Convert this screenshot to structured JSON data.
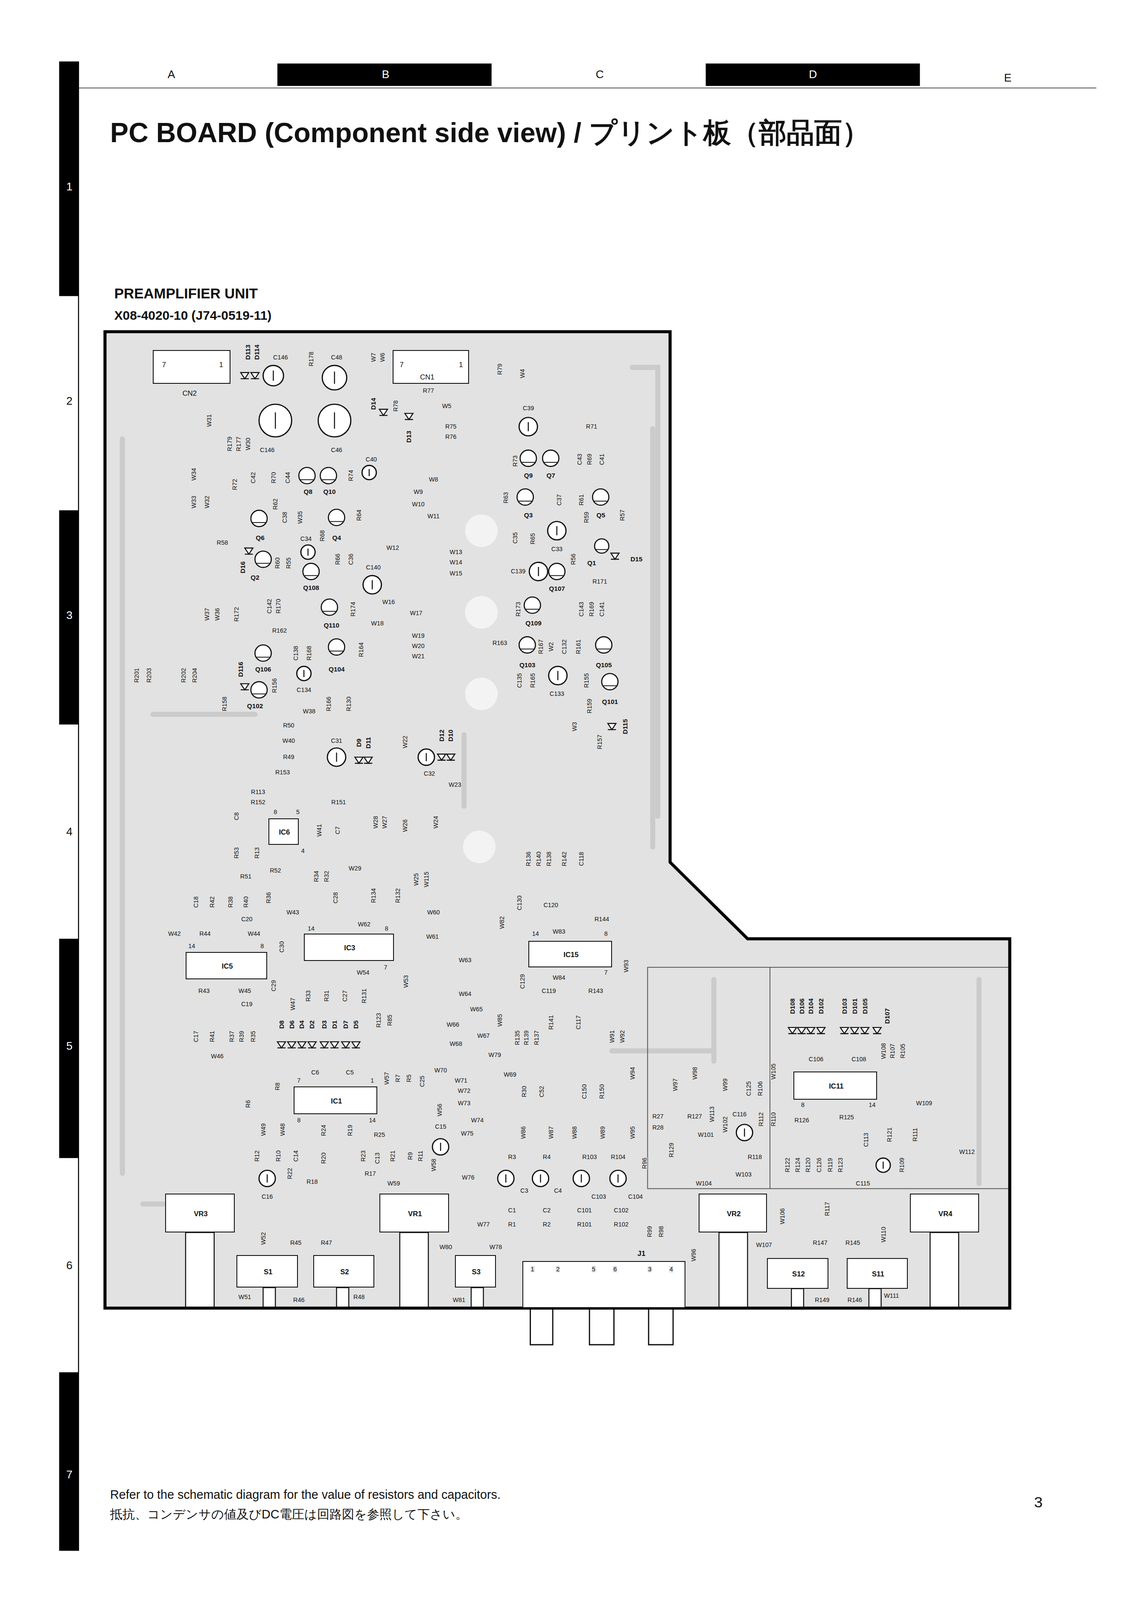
{
  "diagram": {
    "title": "PC BOARD (Component side view) / プリント板（部品面）",
    "caption": "Refer to the schematic diagram for the value of resistors and capacitors.",
    "nodes": [
      {
        "text": [
          "PREAMPLIFIER UNIT",
          "X08-4020-10 (J74-0519-11)"
        ]
      },
      {
        "text": [
          "7",
          "1",
          "CN2"
        ],
        "in": 0
      },
      {
        "text": [
          "7",
          "CN1",
          "1"
        ],
        "in": 0
      },
      {
        "text": [
          "IC6"
        ],
        "in": 0
      },
      {
        "text": [
          "IC5"
        ],
        "in": 0
      },
      {
        "text": [
          "IC3"
        ],
        "in": 0
      },
      {
        "text": [
          "IC15"
        ],
        "in": 0
      },
      {
        "text": [
          "IC1"
        ],
        "in": 0
      },
      {
        "text": [
          "IC11"
        ],
        "in": 0
      },
      {
        "text": [
          "VR3"
        ],
        "in": 0
      },
      {
        "text": [
          "VR1"
        ],
        "in": 0
      },
      {
        "text": [
          "VR2"
        ],
        "in": 0
      },
      {
        "text": [
          "VR4"
        ],
        "in": 0
      },
      {
        "text": [
          "S1"
        ],
        "in": 0
      },
      {
        "text": [
          "S2"
        ],
        "in": 0
      },
      {
        "text": [
          "S3"
        ],
        "in": 0
      },
      {
        "text": [
          "J1"
        ],
        "in": 0
      },
      {
        "text": [
          "S12"
        ],
        "in": 0
      },
      {
        "text": [
          "S11"
        ],
        "in": 0
      }
    ],
    "labels": [
      "A",
      "B",
      "C",
      "D",
      "E",
      "1",
      "2",
      "3",
      "4",
      "5",
      "6",
      "7",
      "抵抗、コンデンサの値及びDC電圧は回路図を参照して下さい。",
      "3",
      "D113",
      "D114",
      "C146",
      "C146",
      "R178",
      "C48",
      "C46",
      "W7",
      "W6",
      "R79",
      "W4",
      "R77",
      "W5",
      "R78",
      "R75",
      "R76",
      "D14",
      "D13",
      "C39",
      "R71",
      "W31",
      "R179",
      "R177",
      "W30",
      "C40",
      "W34",
      "W33",
      "W32",
      "R72",
      "C42",
      "R70",
      "C44",
      "Q8",
      "Q10",
      "R74",
      "W8",
      "W9",
      "W10",
      "W11",
      "R73",
      "Q9",
      "Q7",
      "C43",
      "R69",
      "C41",
      "R62",
      "C38",
      "W35",
      "Q6",
      "Q4",
      "R68",
      "R64",
      "R66",
      "C36",
      "R63",
      "Q3",
      "Q5",
      "C37",
      "R61",
      "R57",
      "C35",
      "R65",
      "C33",
      "R59",
      "R56",
      "Q1",
      "D15",
      "R58",
      "D16",
      "Q2",
      "C34",
      "R60",
      "R55",
      "W12",
      "W13",
      "W14",
      "W15",
      "C140",
      "C139",
      "Q107",
      "R171",
      "Q108",
      "W37",
      "W36",
      "R172",
      "C142",
      "R170",
      "Q110",
      "R174",
      "W16",
      "W18",
      "W17",
      "R173",
      "Q109",
      "C143",
      "R169",
      "C141",
      "R162",
      "C138",
      "R168",
      "Q104",
      "R164",
      "W19",
      "W20",
      "W21",
      "R163",
      "Q103",
      "R167",
      "W2",
      "C132",
      "R161",
      "Q105",
      "R201",
      "R203",
      "R202",
      "R204",
      "D116",
      "Q106",
      "R158",
      "Q102",
      "R156",
      "C134",
      "R166",
      "R130",
      "W38",
      "C135",
      "R165",
      "C133",
      "R155",
      "Q101",
      "D115",
      "R159",
      "W3",
      "R157",
      "R50",
      "W40",
      "R49",
      "R153",
      "C31",
      "D9",
      "D11",
      "W22",
      "D12",
      "D10",
      "C32",
      "W23",
      "R113",
      "R152",
      "R151",
      "C8",
      "W41",
      "C7",
      "W28",
      "W27",
      "W26",
      "W24",
      "8",
      "5",
      "4",
      "R53",
      "R13",
      "R52",
      "W29",
      "R34",
      "R32",
      "R51",
      "R136",
      "R140",
      "R138",
      "R142",
      "C118",
      "W25",
      "W115",
      "C18",
      "R42",
      "R38",
      "R40",
      "R36",
      "W43",
      "C28",
      "R134",
      "R132",
      "W60",
      "C130",
      "W82",
      "C120",
      "R144",
      "C20",
      "W42",
      "R44",
      "W44",
      "W62",
      "W61",
      "W83",
      "C30",
      "14",
      "8",
      "14",
      "8",
      "14",
      "8",
      "W63",
      "W54",
      "7",
      "R43",
      "W45",
      "C19",
      "C29",
      "W47",
      "R33",
      "R31",
      "C27",
      "R131",
      "W53",
      "W64",
      "W65",
      "R143",
      "C119",
      "C129",
      "W84",
      "W93",
      "7",
      "D8",
      "D6",
      "D4",
      "D2",
      "D3",
      "D1",
      "D7",
      "D5",
      "R123",
      "R85",
      "C17",
      "R41",
      "R37",
      "R39",
      "R35",
      "W46",
      "W66",
      "W68",
      "W67",
      "W79",
      "W85",
      "R135",
      "R139",
      "R137",
      "R141",
      "C117",
      "W91",
      "W92",
      "C6",
      "C5",
      "W70",
      "W69",
      "W71",
      "W72",
      "W73",
      "W74",
      "W75",
      "W57",
      "R7",
      "R5",
      "C25",
      "W56",
      "R30",
      "C52",
      "C150",
      "R150",
      "W94",
      "7",
      "1",
      "8",
      "14",
      "R6",
      "R8",
      "W49",
      "W48",
      "R24",
      "R19",
      "R25",
      "R12",
      "R10",
      "C14",
      "R20",
      "R23",
      "C13",
      "R21",
      "R9",
      "R11",
      "W58",
      "C15",
      "R17",
      "W59",
      "R18",
      "C16",
      "R22",
      "W86",
      "W87",
      "W88",
      "W89",
      "W95",
      "R3",
      "R4",
      "R103",
      "R104",
      "W76",
      "C3",
      "C4",
      "C103",
      "C104",
      "C1",
      "R1",
      "C2",
      "R2",
      "C101",
      "R101",
      "C102",
      "R102",
      "W77",
      "W78",
      "W80",
      "W81",
      "W52",
      "R45",
      "R47",
      "W51",
      "R46",
      "R48",
      "1",
      "2",
      "5",
      "6",
      "3",
      "4",
      "R96",
      "R99",
      "R98",
      "W96",
      "W104",
      "R27",
      "R28",
      "R127",
      "R129",
      "W97",
      "W98",
      "W99",
      "W113",
      "W102",
      "W101",
      "C116",
      "C125",
      "R106",
      "W105",
      "R112",
      "R110",
      "R126",
      "R118",
      "W103",
      "R125",
      "R122",
      "R124",
      "R120",
      "C126",
      "R119",
      "R123",
      "C113",
      "R121",
      "R111",
      "C115",
      "R109",
      "8",
      "14",
      "C106",
      "C108",
      "W108",
      "R107",
      "R105",
      "W109",
      "W112",
      "D108",
      "D106",
      "D104",
      "D102",
      "D103",
      "D101",
      "D105",
      "D107",
      "R117",
      "W106",
      "W107",
      "R147",
      "R145",
      "W110",
      "R149",
      "R146",
      "W111"
    ]
  }
}
